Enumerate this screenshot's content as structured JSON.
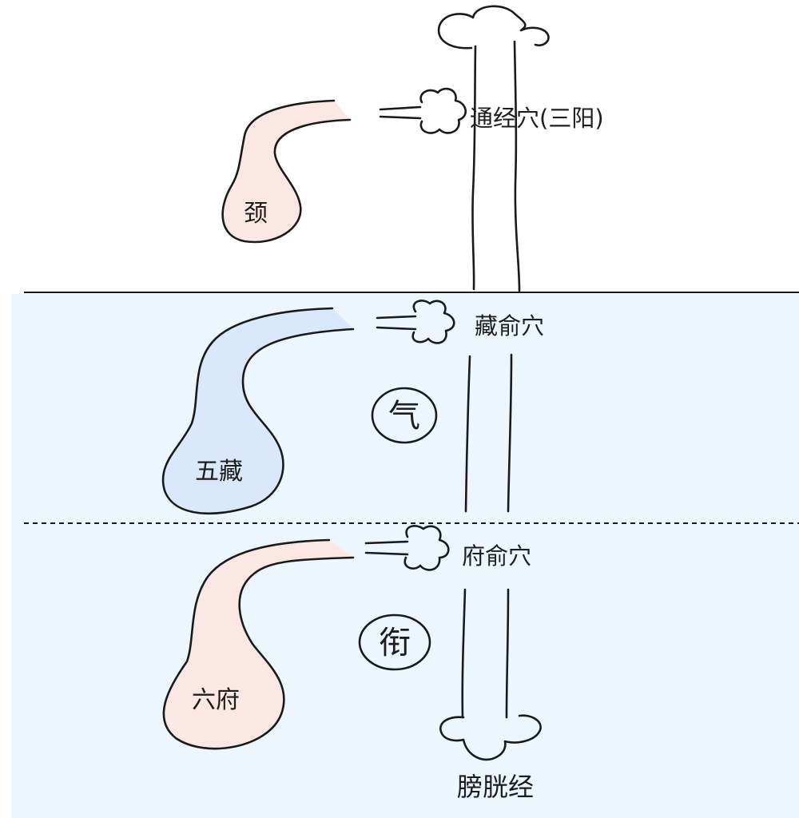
{
  "colors": {
    "zone_fill": "#edf5fd",
    "upper_organ_fill": "#fbe8e4",
    "mid_organ_fill": "#d9e8fa",
    "lower_organ_fill": "#fbe8e4",
    "ink": "#1a1a1a"
  },
  "upper": {
    "organ_label": "颈",
    "point_label": "通经穴(三阳)"
  },
  "middle": {
    "organ_label": "五藏",
    "point_label": "藏俞穴",
    "circle_label": "气"
  },
  "lower": {
    "organ_label": "六府",
    "point_label": "府俞穴",
    "circle_label": "衔"
  },
  "meridian": {
    "label": "膀胱经"
  }
}
